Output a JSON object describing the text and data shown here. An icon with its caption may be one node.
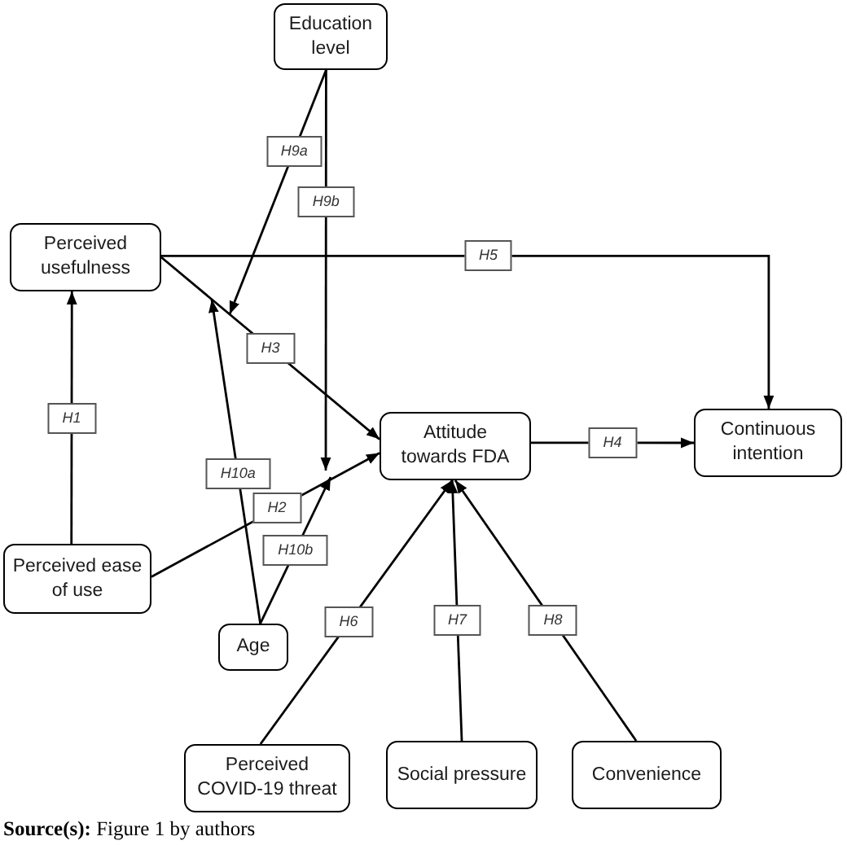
{
  "diagram": {
    "caption": "**Source(s):** Figure 1 by authors",
    "nodes": [
      {
        "text": [
          "Education level"
        ]
      },
      {
        "text": [
          "Perceived usefulness"
        ]
      },
      {
        "text": [
          "Attitude towards FDA"
        ]
      },
      {
        "text": [
          "Continuous intention"
        ]
      },
      {
        "text": [
          "Perceived ease of use"
        ]
      },
      {
        "text": [
          "Age"
        ]
      },
      {
        "text": [
          "Perceived COVID-19 threat"
        ]
      },
      {
        "text": [
          "Social pressure"
        ]
      },
      {
        "text": [
          "Convenience"
        ]
      }
    ],
    "edges": [
      {
        "from": 4,
        "to": 1,
        "arrow": "to",
        "label": "H1"
      },
      {
        "from": 4,
        "to": 2,
        "arrow": "to",
        "label": "H2"
      },
      {
        "from": 1,
        "to": 2,
        "arrow": "to",
        "label": "H3"
      },
      {
        "from": 2,
        "to": 3,
        "arrow": "to",
        "label": "H4"
      },
      {
        "from": 1,
        "to": 3,
        "arrow": "to",
        "label": "H5"
      },
      {
        "from": 6,
        "to": 2,
        "arrow": "to",
        "label": "H6"
      },
      {
        "from": 7,
        "to": 2,
        "arrow": "to",
        "label": "H7"
      },
      {
        "from": 8,
        "to": 2,
        "arrow": "to",
        "label": "H8"
      },
      {
        "from": 0,
        "to": null,
        "arrow": "to",
        "label": "H9a"
      },
      {
        "from": 0,
        "to": null,
        "arrow": "to",
        "label": "H9b"
      },
      {
        "from": 5,
        "to": null,
        "arrow": "to",
        "label": "H10a"
      },
      {
        "from": 5,
        "to": null,
        "arrow": "to",
        "label": "H10b"
      }
    ]
  }
}
